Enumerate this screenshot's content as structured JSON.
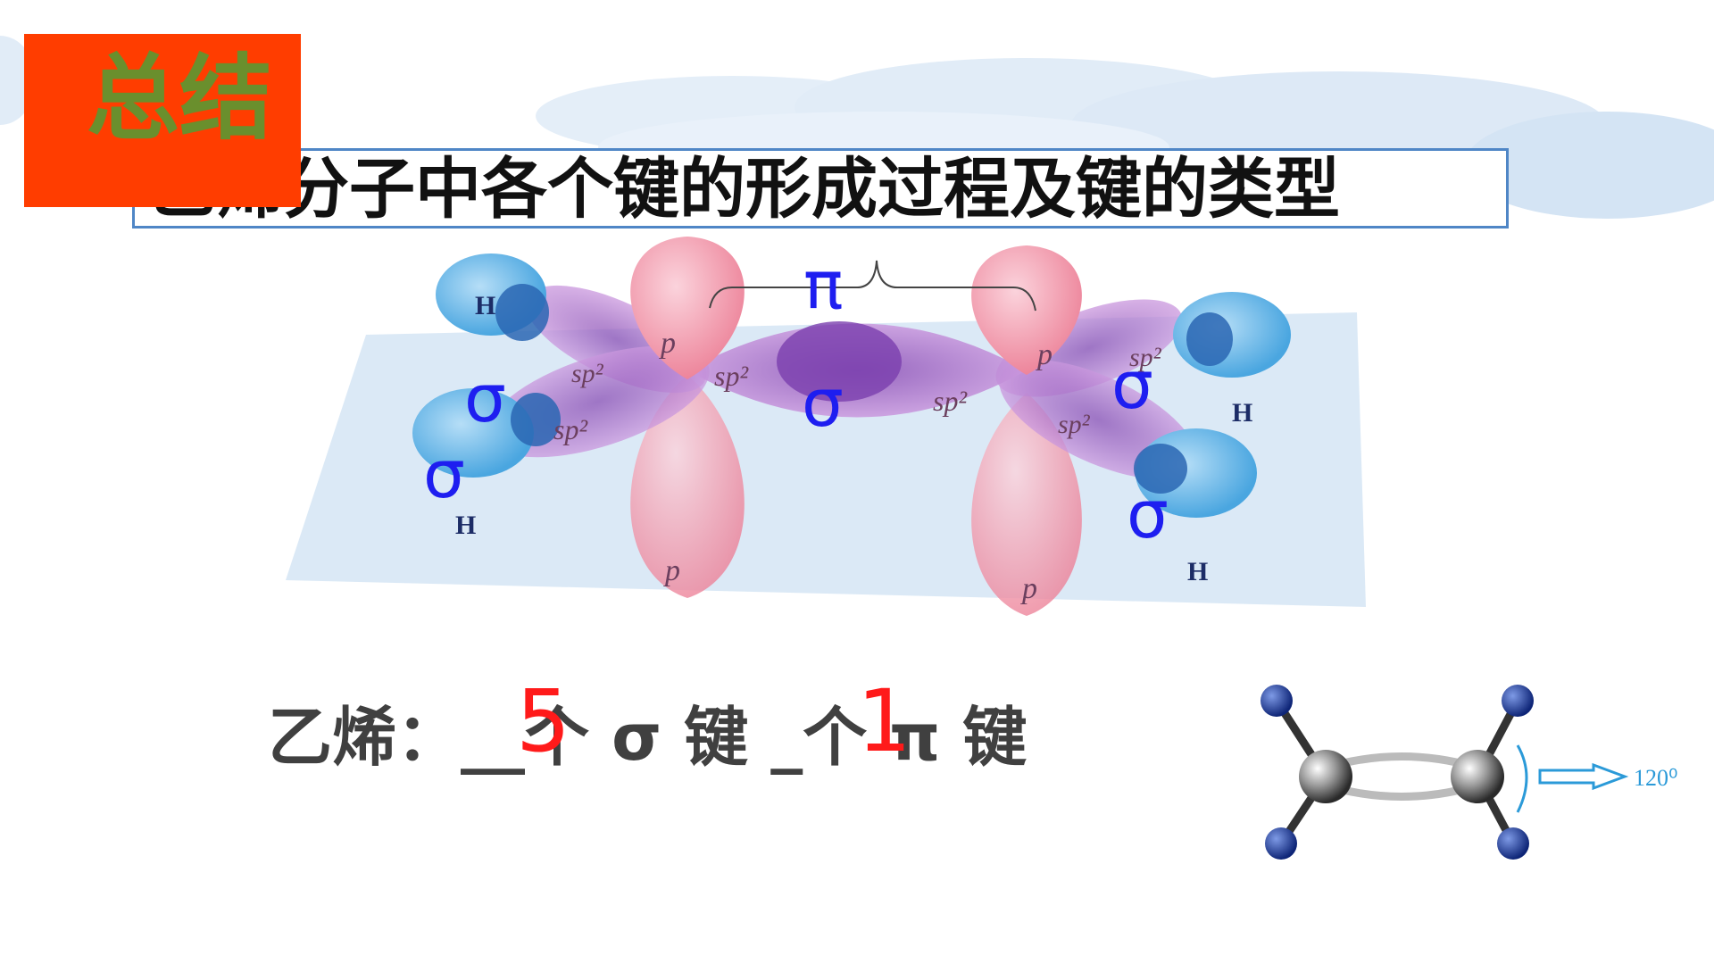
{
  "badge": {
    "label": "总结"
  },
  "title": {
    "text": "乙烯分子中各个键的形成过程及键的类型"
  },
  "diagram": {
    "pi_label": "π",
    "sigma_label": "σ",
    "orbital_p": "p",
    "orbital_sp2": "sp²",
    "atom_h": "H"
  },
  "summary": {
    "text": "乙烯：__个 σ 键 _个 π 键",
    "sigma_count": "5",
    "pi_count": "1"
  },
  "model": {
    "angle_label": "120⁰"
  },
  "colors": {
    "badge_bg": "#ff3d00",
    "badge_text": "#6a8f2d",
    "bond_label": "#1e1ef0",
    "answer": "#ff1a1a",
    "p_orbital": "#f28a9e",
    "sp2_orbital": "#c98ad8",
    "h_atom": "#5ab4e8"
  }
}
